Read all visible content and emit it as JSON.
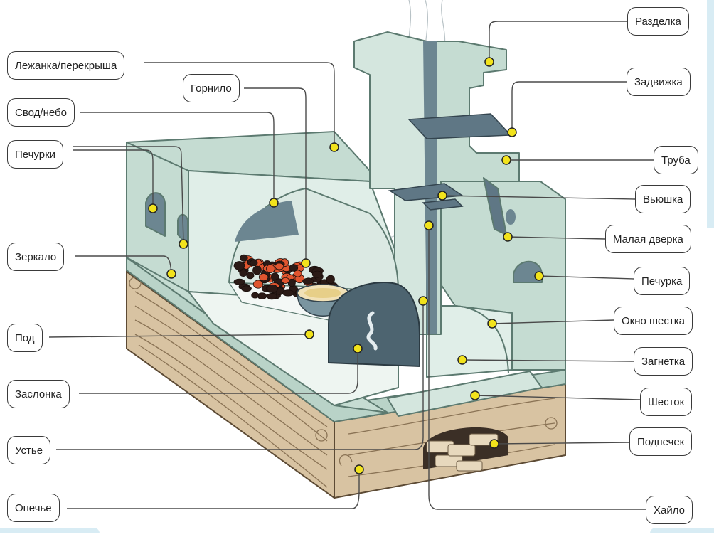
{
  "diagram": {
    "labels": [
      {
        "key": "razdelka",
        "text": "Разделка"
      },
      {
        "key": "lezhanka",
        "text": "Лежанка/перекрыша"
      },
      {
        "key": "gornilo",
        "text": "Горнило"
      },
      {
        "key": "zadvizhka",
        "text": "Задвижка"
      },
      {
        "key": "svod",
        "text": "Свод/небо"
      },
      {
        "key": "pechurki",
        "text": "Печурки"
      },
      {
        "key": "truba",
        "text": "Труба"
      },
      {
        "key": "vyushka",
        "text": "Вьюшка"
      },
      {
        "key": "malaya-dverka",
        "text": "Малая дверка"
      },
      {
        "key": "zerkalo",
        "text": "Зеркало"
      },
      {
        "key": "pechurka",
        "text": "Печурка"
      },
      {
        "key": "okno-shestka",
        "text": "Окно шестка"
      },
      {
        "key": "pod",
        "text": "Под"
      },
      {
        "key": "zagnetka",
        "text": "Загнетка"
      },
      {
        "key": "zaslonka",
        "text": "Заслонка"
      },
      {
        "key": "shestok",
        "text": "Шесток"
      },
      {
        "key": "podpechek",
        "text": "Подпечек"
      },
      {
        "key": "ustye",
        "text": "Устье"
      },
      {
        "key": "opechye",
        "text": "Опечье"
      },
      {
        "key": "khaylo",
        "text": "Хайло"
      }
    ],
    "colors": {
      "wall_front": "#c5dcd2",
      "wall_inner": "#e0eee8",
      "floor": "#eef5f1",
      "outline": "#5c7a70",
      "wood": "#d8c3a2",
      "wood_grain": "#8a7355",
      "marker": "#f2e31c",
      "metal": "#5f7785",
      "coal": "#2b1a16",
      "ember": "#e0552f"
    }
  }
}
